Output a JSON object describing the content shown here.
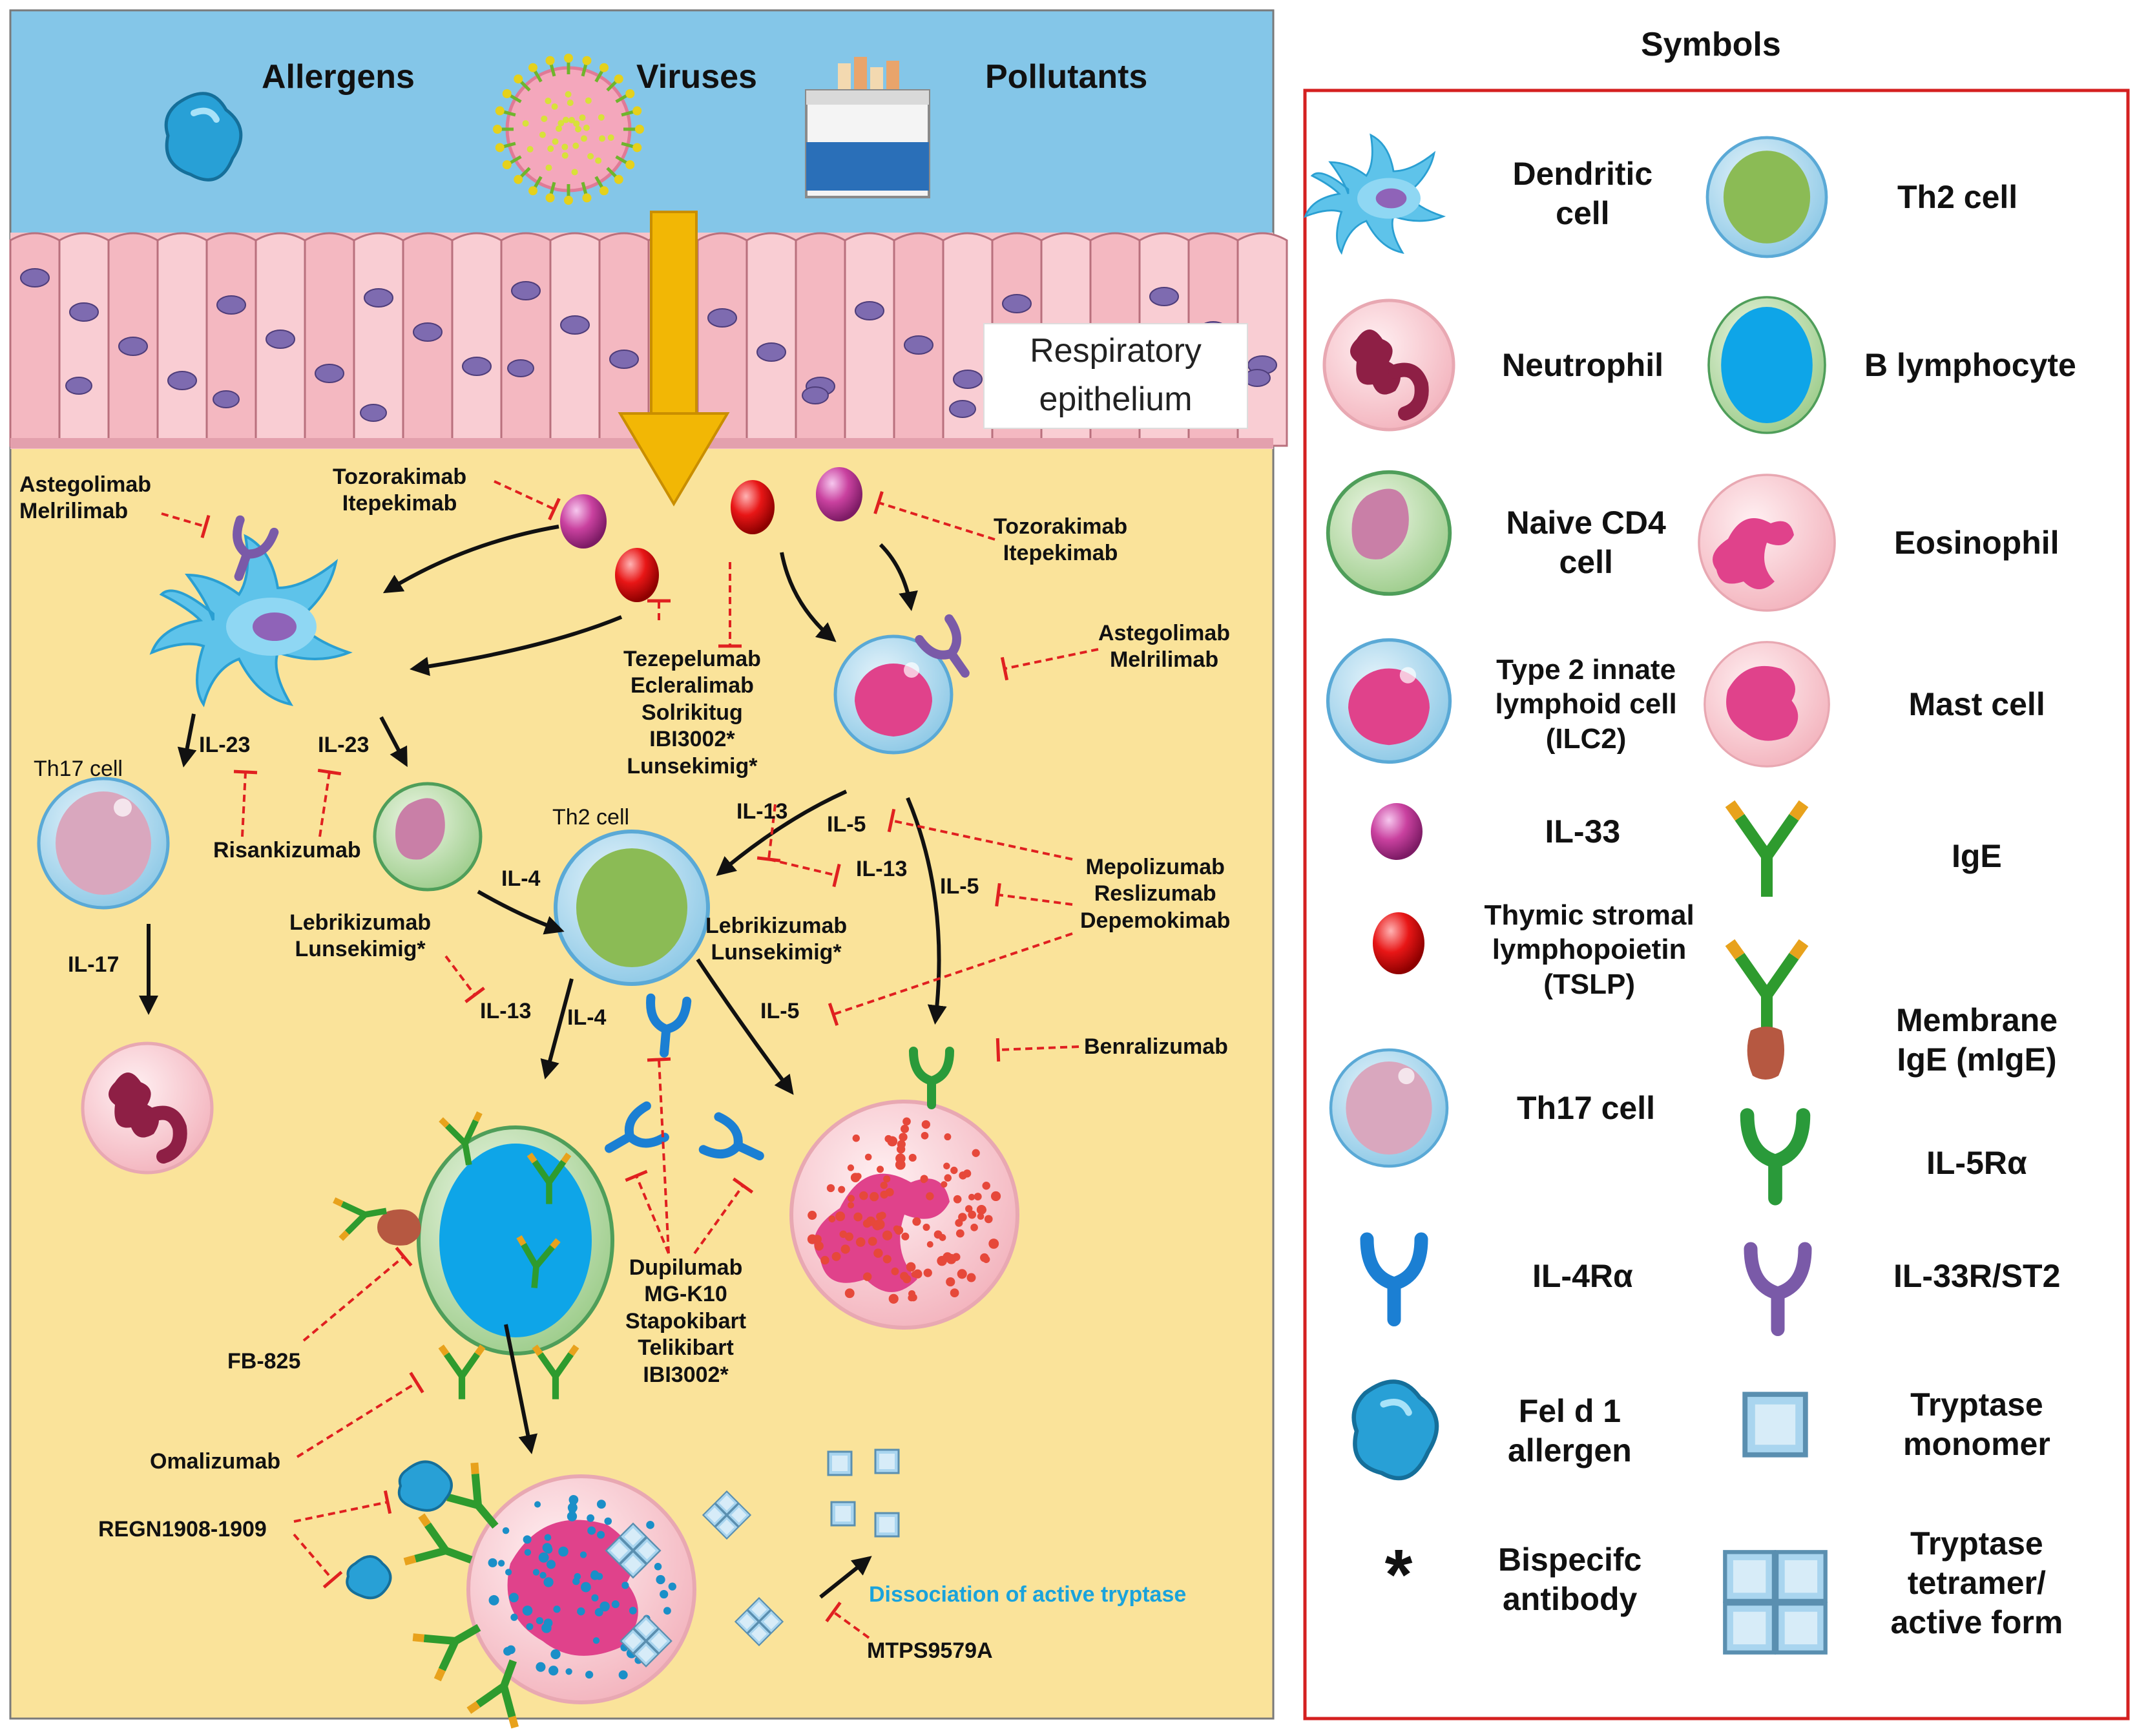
{
  "top": {
    "allergens": "Allergens",
    "viruses": "Viruses",
    "pollutants": "Pollutants"
  },
  "epithelium_label": [
    "Respiratory",
    "epithelium"
  ],
  "cell_labels": {
    "th17": "Th17 cell",
    "th2": "Th2 cell"
  },
  "cytokines": {
    "il23_a": "IL-23",
    "il23_b": "IL-23",
    "il17": "IL-17",
    "il4_a": "IL-4",
    "il4_b": "IL-4",
    "il13_a": "IL-13",
    "il13_b": "IL-13",
    "il13_c": "IL-13",
    "il5_a": "IL-5",
    "il5_b": "IL-5",
    "il5_c": "IL-5"
  },
  "drugs": {
    "astegolimab_left": [
      "Astegolimab",
      "Melrilimab"
    ],
    "tozorakimab_left": [
      "Tozorakimab",
      "Itepekimab"
    ],
    "tozorakimab_right": [
      "Tozorakimab",
      "Itepekimab"
    ],
    "astegolimab_right": [
      "Astegolimab",
      "Melrilimab"
    ],
    "tslp_drugs": [
      "Tezepelumab",
      "Ecleralimab",
      "Solrikitug",
      "IBI3002*",
      "Lunsekimig*"
    ],
    "risankizumab": "Risankizumab",
    "lebrikizumab_left": [
      "Lebrikizumab",
      "Lunsekimig*"
    ],
    "lebrikizumab_right": [
      "Lebrikizumab",
      "Lunsekimig*"
    ],
    "il5_drugs": [
      "Mepolizumab",
      "Reslizumab",
      "Depemokimab"
    ],
    "benralizumab": "Benralizumab",
    "dupilumab": [
      "Dupilumab",
      "MG-K10",
      "Stapokibart",
      "Telikibart",
      "IBI3002*"
    ],
    "fb825": "FB-825",
    "omalizumab": "Omalizumab",
    "regn": "REGN1908-1909",
    "mtps": "MTPS9579A"
  },
  "note": "Dissociation of active tryptase",
  "legend": {
    "title": "Symbols",
    "items": [
      {
        "label": [
          "Dendritic",
          "cell"
        ],
        "icon": "dendritic-cell-icon"
      },
      {
        "label": [
          "Th2 cell"
        ],
        "icon": "th2-cell-icon"
      },
      {
        "label": [
          "Neutrophil"
        ],
        "icon": "neutrophil-icon"
      },
      {
        "label": [
          "B lymphocyte"
        ],
        "icon": "b-lymphocyte-icon"
      },
      {
        "label": [
          "Naive CD4",
          "cell"
        ],
        "icon": "naive-cd4-cell-icon"
      },
      {
        "label": [
          "Eosinophil"
        ],
        "icon": "eosinophil-icon"
      },
      {
        "label": [
          "Type 2 innate",
          "lymphoid cell",
          "(ILC2)"
        ],
        "icon": "ilc2-icon"
      },
      {
        "label": [
          "Mast cell"
        ],
        "icon": "mast-cell-icon"
      },
      {
        "label": [
          "IL-33"
        ],
        "icon": "il33-icon"
      },
      {
        "label": [
          "IgE"
        ],
        "icon": "ige-icon"
      },
      {
        "label": [
          "Thymic stromal",
          "lymphopoietin",
          "(TSLP)"
        ],
        "icon": "tslp-icon"
      },
      {
        "label": [
          "Membrane",
          "IgE (mIgE)"
        ],
        "icon": "membrane-ige-icon"
      },
      {
        "label": [
          "Th17 cell"
        ],
        "icon": "th17-cell-icon"
      },
      {
        "label": [
          "IL-5Rα"
        ],
        "icon": "il5ra-icon"
      },
      {
        "label": [
          "IL-4Rα"
        ],
        "icon": "il4ra-icon"
      },
      {
        "label": [
          "IL-33R/ST2"
        ],
        "icon": "il33r-st2-icon"
      },
      {
        "label": [
          "Fel d 1",
          "allergen"
        ],
        "icon": "fel-d1-allergen-icon"
      },
      {
        "label": [
          "Tryptase",
          "monomer"
        ],
        "icon": "tryptase-monomer-icon"
      },
      {
        "label": [
          "Bispecifc",
          "antibody"
        ],
        "icon": "asterisk-icon"
      },
      {
        "label": [
          "Tryptase",
          "tetramer/",
          "active form"
        ],
        "icon": "tryptase-tetramer-icon"
      }
    ]
  },
  "colors": {
    "sky": "#84c6e8",
    "tissue": "#fae39a",
    "epithelium": "#f7c3c9",
    "nucleus": "#7e6bb0",
    "inhibit": "#e02020",
    "arrow": "#f2b705",
    "legend_border": "#d42020",
    "th2_nucleus": "#8bbb55",
    "b_nucleus": "#0ea5e8",
    "il4r": "#1b7fd3",
    "il5r": "#2a9a3a",
    "st2": "#7a5aa8",
    "ige_tip": "#e8a21c",
    "ige_stem": "#2e9b2e"
  }
}
